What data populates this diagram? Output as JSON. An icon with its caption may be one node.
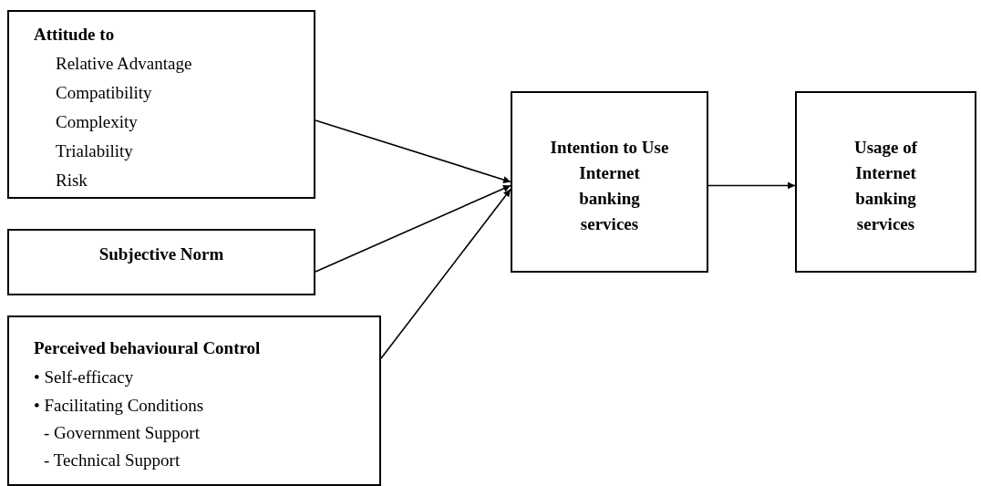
{
  "diagram": {
    "nodes": [
      {
        "text": [
          "Attitude to",
          "Relative Advantage",
          "Compatibility",
          "Complexity",
          "Trialability",
          "Risk"
        ]
      },
      {
        "text": [
          "Subjective Norm"
        ]
      },
      {
        "text": [
          "Perceived behavioural Control",
          "• Self-efficacy",
          "• Facilitating Conditions",
          "- Government Support",
          "- Technical Support"
        ]
      },
      {
        "text": [
          "Intention to Use Internet banking services"
        ]
      },
      {
        "text": [
          "Usage of Internet banking services"
        ]
      }
    ],
    "edges": [
      {
        "from": 0,
        "to": 3,
        "arrow": "to"
      },
      {
        "from": 1,
        "to": 3,
        "arrow": "to"
      },
      {
        "from": 2,
        "to": 3,
        "arrow": "to"
      },
      {
        "from": 3,
        "to": 4,
        "arrow": "to"
      }
    ]
  }
}
